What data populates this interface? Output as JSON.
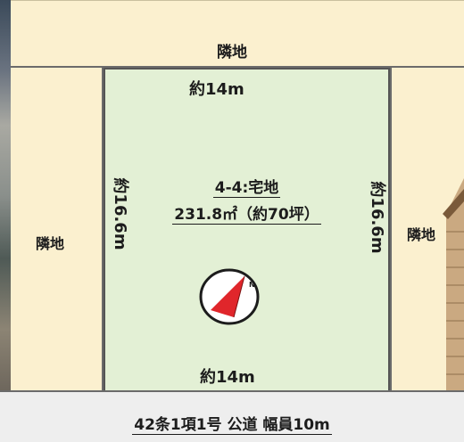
{
  "neighbors": {
    "top": "隣地",
    "left": "隣地",
    "right": "隣地"
  },
  "site": {
    "width_top": "約14m",
    "width_bottom": "約14m",
    "depth_left": "約16.6m",
    "depth_right": "約16.6m",
    "lot_number": "4-4:宅地",
    "area": "231.8㎡（約70坪）"
  },
  "compass": {
    "north_label": "N",
    "needle_color": "#e0262b"
  },
  "road": {
    "label": "42条1項1号 公道 幅員10m"
  }
}
